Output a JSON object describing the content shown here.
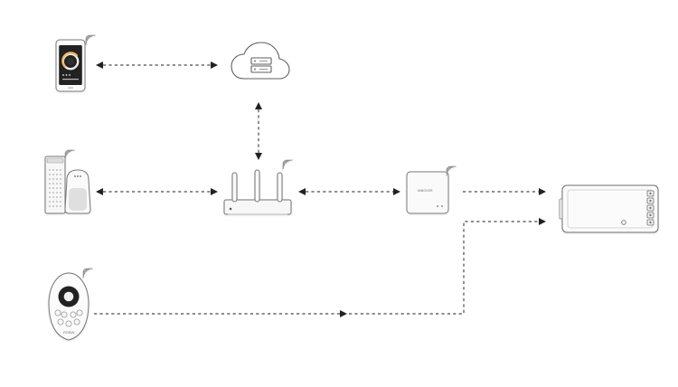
{
  "diagram": {
    "nodes": [
      {
        "id": "phone",
        "icon": "smartphone-icon",
        "wireless": true
      },
      {
        "id": "cloud",
        "icon": "cloud-server-icon",
        "wireless": false
      },
      {
        "id": "smart_speakers",
        "icon": "smart-speakers-icon",
        "wireless": true
      },
      {
        "id": "router",
        "icon": "wifi-router-icon",
        "wireless": true
      },
      {
        "id": "gateway",
        "icon": "gateway-hub-icon",
        "label": "MiBOXER",
        "wireless": true
      },
      {
        "id": "controller",
        "icon": "led-controller-icon",
        "wireless": false
      },
      {
        "id": "remote",
        "icon": "remote-control-icon",
        "label": "RGBW",
        "wireless": true
      }
    ],
    "connections": [
      {
        "from": "phone",
        "to": "cloud",
        "direction": "bidirectional"
      },
      {
        "from": "cloud",
        "to": "router",
        "direction": "bidirectional"
      },
      {
        "from": "smart_speakers",
        "to": "router",
        "direction": "bidirectional"
      },
      {
        "from": "router",
        "to": "gateway",
        "direction": "bidirectional"
      },
      {
        "from": "gateway",
        "to": "controller",
        "direction": "forward"
      },
      {
        "from": "remote",
        "to": "controller",
        "direction": "forward"
      }
    ]
  },
  "colors": {
    "line": "#4b4b4b",
    "icon_stroke": "#5f5f5f",
    "background": "#ffffff",
    "phone_screen": "#222222",
    "phone_accent": "#f2b766"
  }
}
